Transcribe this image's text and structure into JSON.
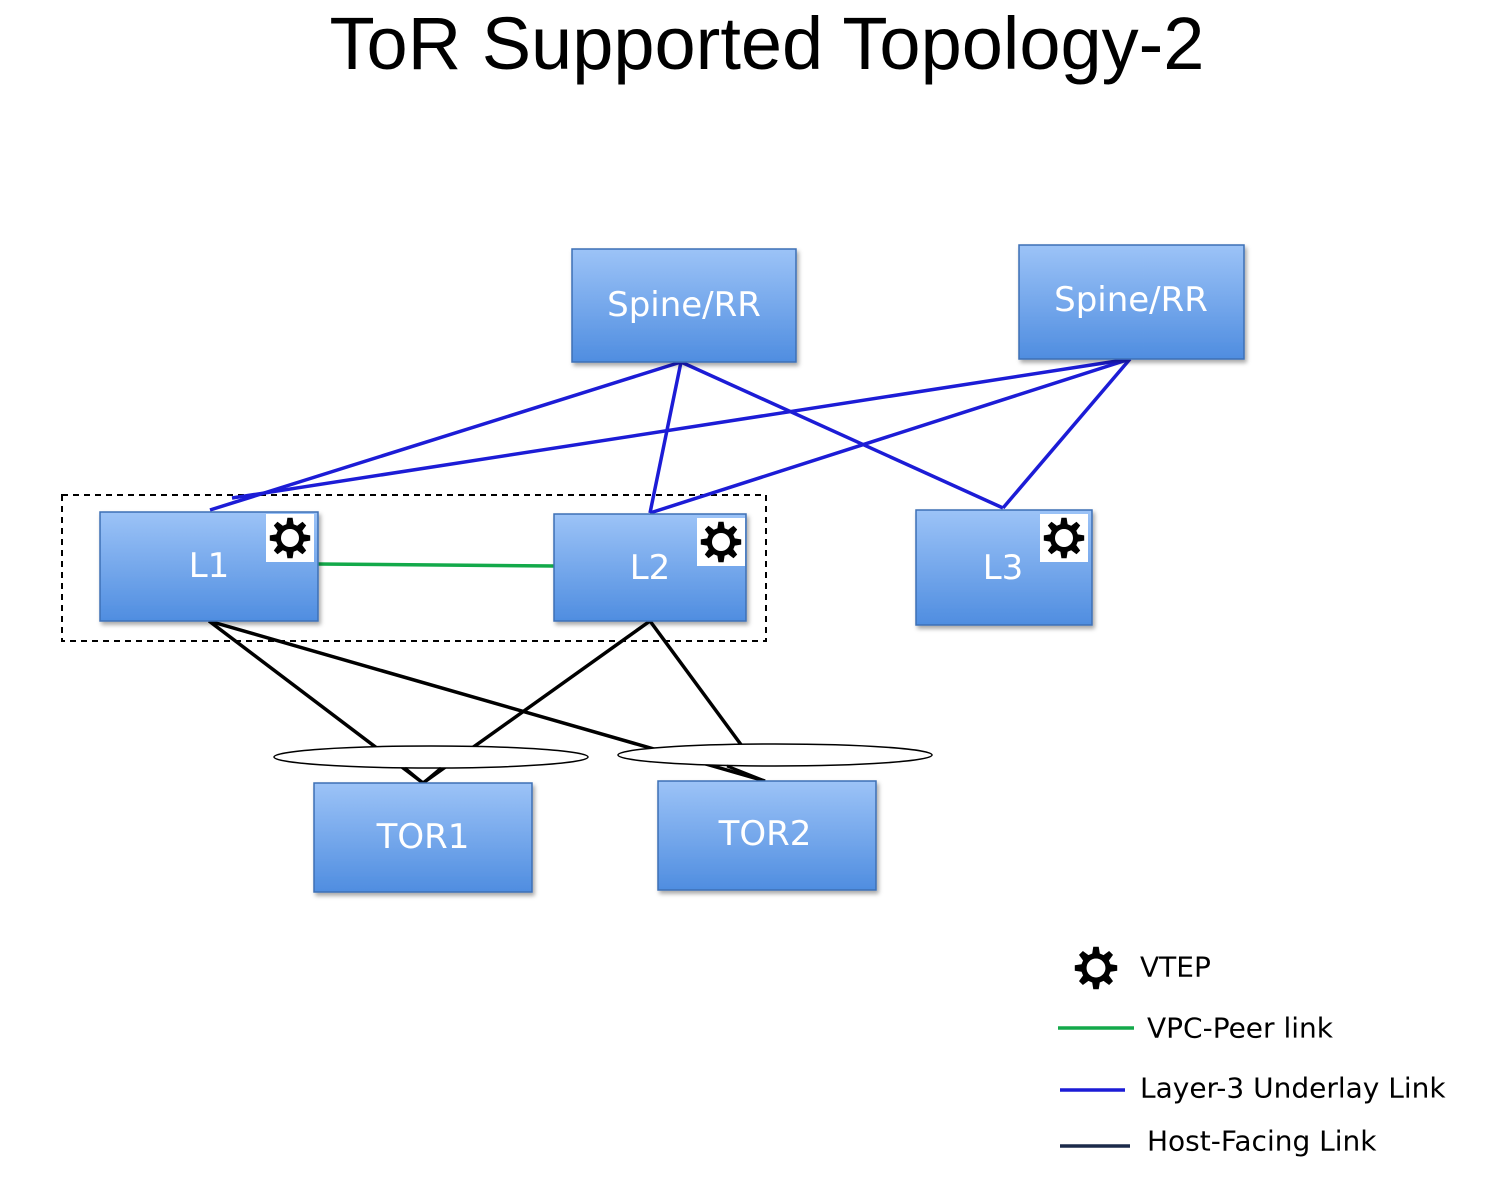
{
  "title": "ToR Supported Topology-2",
  "colors": {
    "box_top": "#9cc3f7",
    "box_bottom": "#4f8de0",
    "box_border": "#3d6fb5",
    "underlay": "#1c1cd6",
    "vpc_peer": "#13a94a",
    "host_facing": "#000000",
    "host_facing_legend": "#1b2a4a"
  },
  "icons": {
    "vtep": "gear-icon"
  },
  "nodes": {
    "spine1": {
      "label": "Spine/RR"
    },
    "spine2": {
      "label": "Spine/RR"
    },
    "l1": {
      "label": "L1",
      "vtep": true
    },
    "l2": {
      "label": "L2",
      "vtep": true
    },
    "l3": {
      "label": "L3",
      "vtep": true
    },
    "tor1": {
      "label": "TOR1"
    },
    "tor2": {
      "label": "TOR2"
    }
  },
  "legend": {
    "vtep": "VTEP",
    "vpc_peer": "VPC-Peer link",
    "underlay": "Layer-3 Underlay Link",
    "host_facing": "Host-Facing Link"
  }
}
